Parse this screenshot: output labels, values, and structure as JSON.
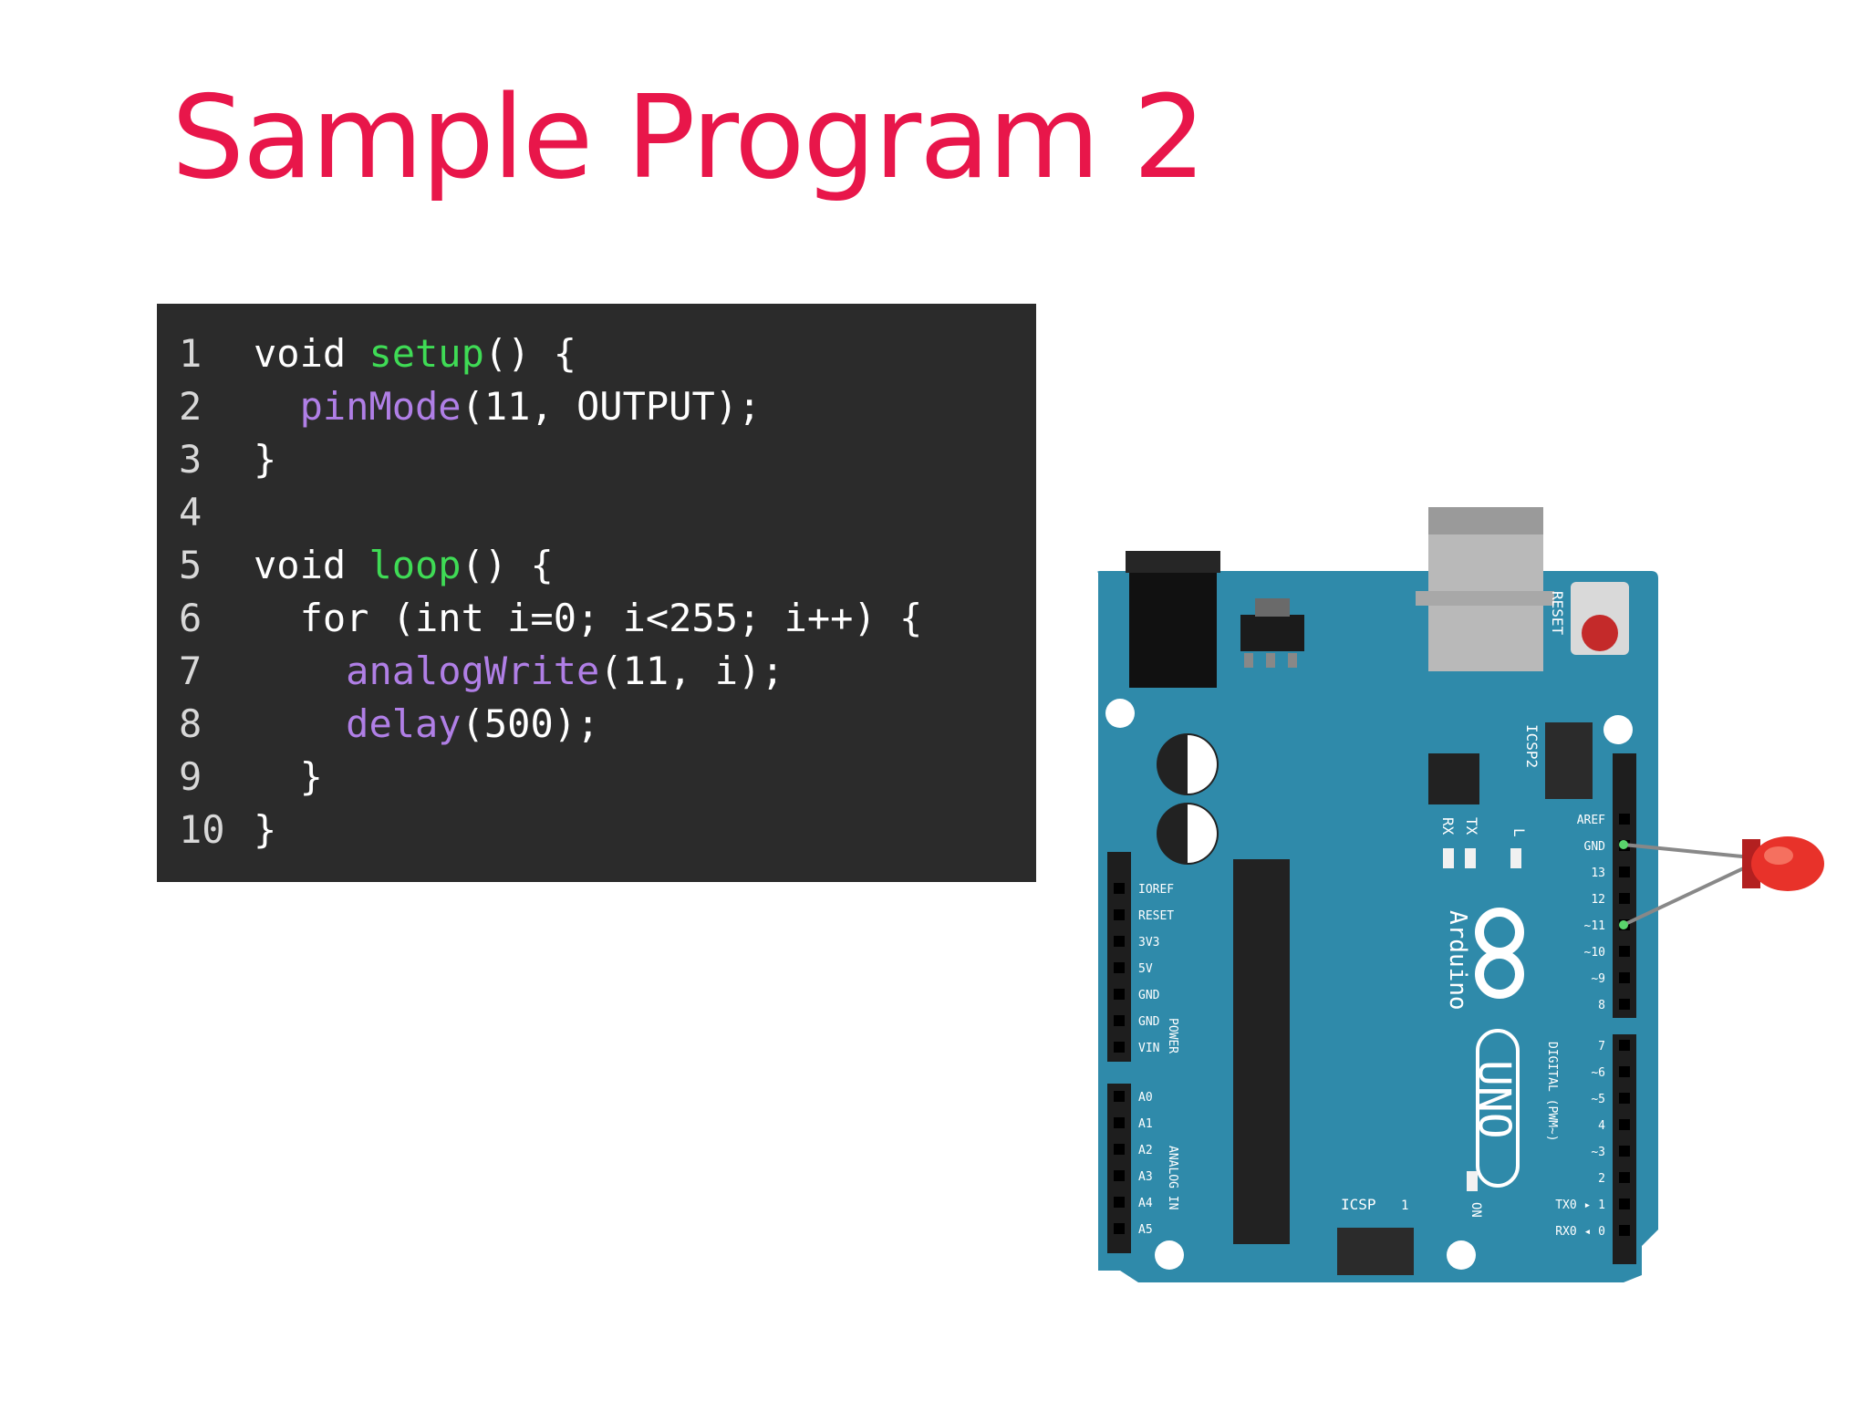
{
  "slide": {
    "title": "Sample Program 2"
  },
  "code": {
    "lines": [
      {
        "num": "1",
        "parts": [
          {
            "t": "void ",
            "c": "plain"
          },
          {
            "t": "setup",
            "c": "green"
          },
          {
            "t": "() {",
            "c": "plain"
          }
        ]
      },
      {
        "num": "2",
        "parts": [
          {
            "t": "  ",
            "c": "plain"
          },
          {
            "t": "pinMode",
            "c": "purple"
          },
          {
            "t": "(11, OUTPUT);",
            "c": "plain"
          }
        ]
      },
      {
        "num": "3",
        "parts": [
          {
            "t": "}",
            "c": "plain"
          }
        ]
      },
      {
        "num": "4",
        "parts": []
      },
      {
        "num": "5",
        "parts": [
          {
            "t": "void ",
            "c": "plain"
          },
          {
            "t": "loop",
            "c": "green"
          },
          {
            "t": "() {",
            "c": "plain"
          }
        ]
      },
      {
        "num": "6",
        "parts": [
          {
            "t": "  for (int i=0; i<255; i++) {",
            "c": "plain"
          }
        ]
      },
      {
        "num": "7",
        "parts": [
          {
            "t": "    ",
            "c": "plain"
          },
          {
            "t": "analogWrite",
            "c": "purple"
          },
          {
            "t": "(11, i);",
            "c": "plain"
          }
        ]
      },
      {
        "num": "8",
        "parts": [
          {
            "t": "    ",
            "c": "plain"
          },
          {
            "t": "delay",
            "c": "purple"
          },
          {
            "t": "(500);",
            "c": "plain"
          }
        ]
      },
      {
        "num": "9",
        "parts": [
          {
            "t": "  }",
            "c": "plain"
          }
        ]
      },
      {
        "num": "10",
        "parts": [
          {
            "t": "}",
            "c": "plain"
          }
        ]
      }
    ]
  },
  "board": {
    "brand": "Arduino",
    "model": "UNO",
    "reset_label": "RESET",
    "icsp2_label": "ICSP2",
    "icsp_label": "ICSP",
    "icsp_pin1": "1",
    "on_label": "ON",
    "tx_label": "TX",
    "rx_label": "RX",
    "l_label": "L",
    "power_header_label": "POWER",
    "analog_header_label": "ANALOG IN",
    "digital_header_label": "DIGITAL (PWM~)",
    "power_pins": [
      "IOREF",
      "RESET",
      "3V3",
      "5V",
      "GND",
      "GND",
      "VIN"
    ],
    "analog_pins": [
      "A0",
      "A1",
      "A2",
      "A3",
      "A4",
      "A5"
    ],
    "digital_top_pins": [
      "AREF",
      "GND",
      "13",
      "12",
      "~11",
      "~10",
      "~9",
      "8"
    ],
    "digital_bottom_pins": [
      "7",
      "~6",
      "~5",
      "4",
      "~3",
      "2",
      "TX0 ▸ 1",
      "RX0 ◂ 0"
    ],
    "colors": {
      "title": "#e8164a",
      "code_bg": "#2b2b2b",
      "green_fn": "#3fdb55",
      "purple_fn": "#b07fe6",
      "board": "#2f8aaa",
      "led": "#e8322a"
    }
  }
}
